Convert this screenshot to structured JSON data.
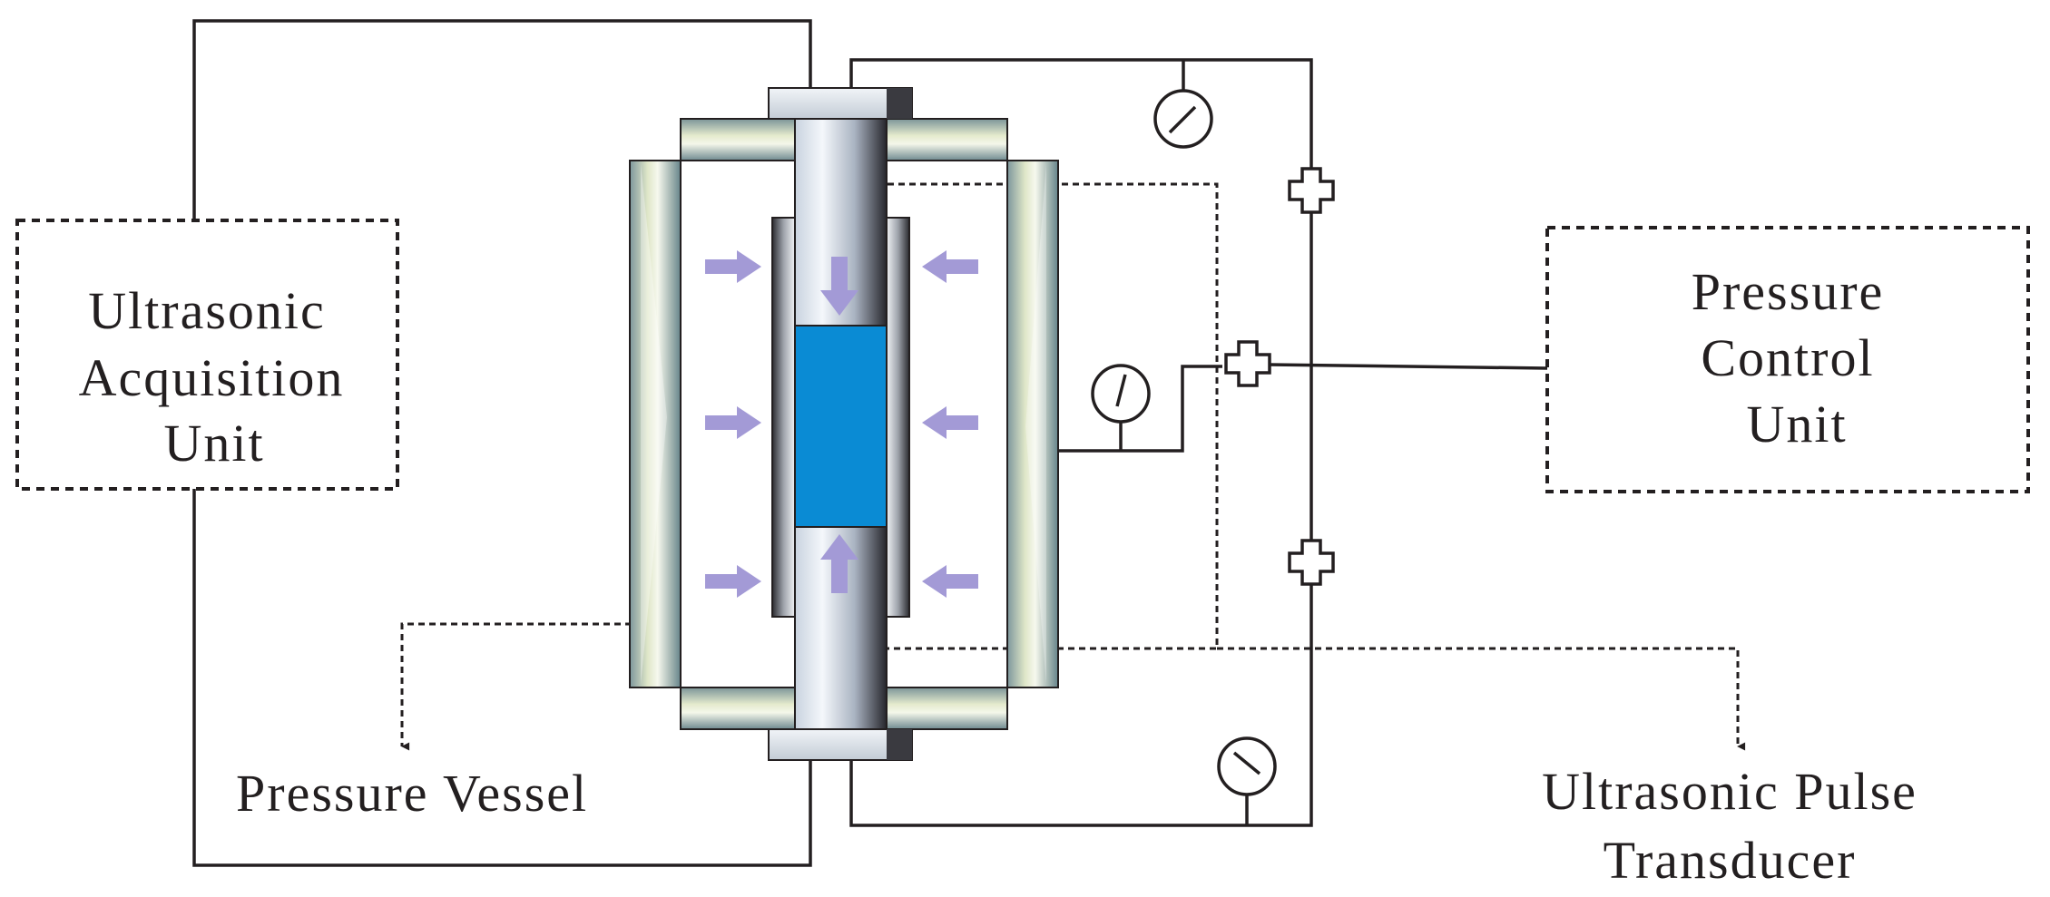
{
  "labels": {
    "acquisition_unit": [
      "Ultrasonic",
      "Acquisition",
      "Unit"
    ],
    "pressure_control_unit": [
      "Pressure",
      "Control",
      "Unit"
    ],
    "pressure_vessel": "Pressure Vessel",
    "transducer": [
      "Ultrasonic Pulse",
      "Transducer"
    ]
  },
  "colors": {
    "line": "#231f20",
    "sample": "#0a8bd4",
    "arrow": "#a39ad6",
    "steel_dark": "#6e8c93",
    "steel_light": "#f4f7ea",
    "piston_light": "#f3f6fb",
    "piston_dark": "#2a2a30"
  },
  "icons": [
    "pressure-gauge-icon",
    "valve-icon",
    "force-arrow-icon",
    "dashed-arrow-icon"
  ]
}
